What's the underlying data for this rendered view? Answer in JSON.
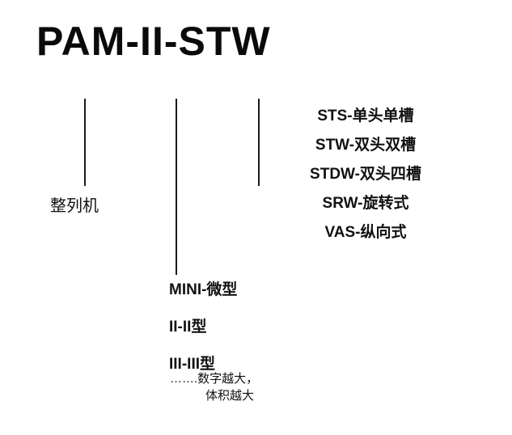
{
  "title": "PAM-II-STW",
  "left_branch": {
    "label": "整列机"
  },
  "middle_branch": {
    "items": [
      "MINI-微型",
      "II-II型",
      "III-III型"
    ],
    "note_line1": "…….数字越大，",
    "note_line2": "体积越大"
  },
  "right_branch": {
    "items": [
      "STS-单头单槽",
      "STW-双头双槽",
      "STDW-双头四槽",
      "SRW-旋转式",
      "VAS-纵向式"
    ]
  }
}
